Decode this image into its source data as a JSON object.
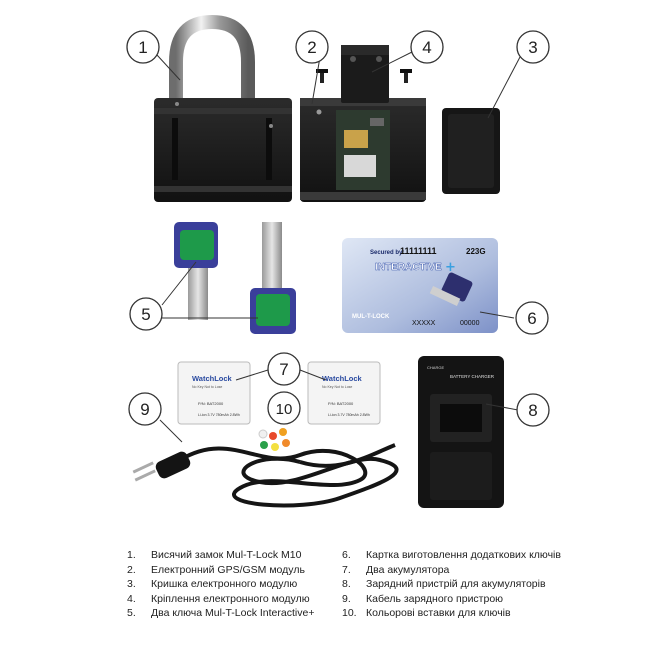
{
  "callouts": [
    "1",
    "2",
    "3",
    "4",
    "5",
    "6",
    "7",
    "8",
    "9",
    "10"
  ],
  "card": {
    "secured_by": "Secured by:",
    "serial": "11111111",
    "code": "223G",
    "brand": "INTERACTIVE",
    "logo_text": "MUL-T-LOCK",
    "x_code": "XXXXX",
    "number": "00000"
  },
  "battery": {
    "brand": "WatchLock",
    "tagline": "No Key Not to Lose",
    "part": "P/N: BAT2000",
    "spec": "Li-ion 3.7V 780mAh 2.8Wh"
  },
  "charger": {
    "label": "BATTERY CHARGER",
    "charge": "CHARGE"
  },
  "legend": {
    "left": [
      {
        "num": "1.",
        "text": "Висячий замок Mul-T-Lock M10"
      },
      {
        "num": "2.",
        "text": "Електронний GPS/GSM модуль"
      },
      {
        "num": "3.",
        "text": "Кришка електронного модулю"
      },
      {
        "num": "4.",
        "text": "Кріплення електронного модулю"
      },
      {
        "num": "5.",
        "text": "Два ключа Mul-T-Lock Interactive+"
      }
    ],
    "right": [
      {
        "num": "6.",
        "text": "Картка виготовлення додаткових ключів"
      },
      {
        "num": "7.",
        "text": "Два акумулятора"
      },
      {
        "num": "8.",
        "text": "Зарядний пристрій для акумуляторів"
      },
      {
        "num": "9.",
        "text": "Кабель зарядного пристрою"
      },
      {
        "num": "10.",
        "text": "Кольорові вставки для ключів"
      }
    ]
  }
}
